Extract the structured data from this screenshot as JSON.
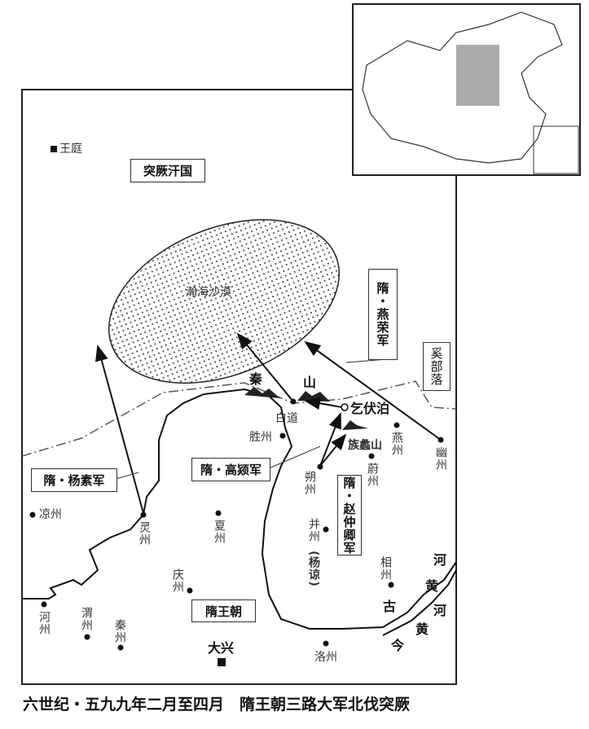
{
  "title": "六世纪・五九九年二月至四月　隋王朝三路大军北伐突厥",
  "regions": {
    "tujue": "突厥汗国",
    "sui": "隋王朝",
    "xi": "奚部落",
    "desert": "瀚海沙漠"
  },
  "armies": {
    "yangsu": "隋・杨素军",
    "gaojiong": "隋・高颎军",
    "yanrong": "隋・燕荣军",
    "zhaozhongqing": "隋・赵仲卿军"
  },
  "places": {
    "wangting": "王庭",
    "baidao": "白道",
    "qifubo": "乞伏泊",
    "zuliShan": "族蠡山",
    "yanzhou": "燕州",
    "youzhou": "幽州",
    "shengzhou": "胜州",
    "shuozhou": "朔州",
    "weizhou_n": "蔚州",
    "bingzhou": "并州",
    "yangliang": "(杨谅)",
    "xiangzhou": "相州",
    "liangzhou": "凉州",
    "lingzhou": "灵州",
    "xiazhou": "夏州",
    "qingzhou": "庆州",
    "daxing": "大兴",
    "hezhou": "河州",
    "weizhou": "渭州",
    "qinzhou": "秦州",
    "luozhou": "洛州"
  },
  "mountains": {
    "qin": "秦",
    "shan": "山"
  },
  "rivers": {
    "old_he": "河",
    "old_huang": "黄",
    "gu": "古",
    "new_he": "河",
    "new_huang": "黄",
    "jin": "今"
  }
}
